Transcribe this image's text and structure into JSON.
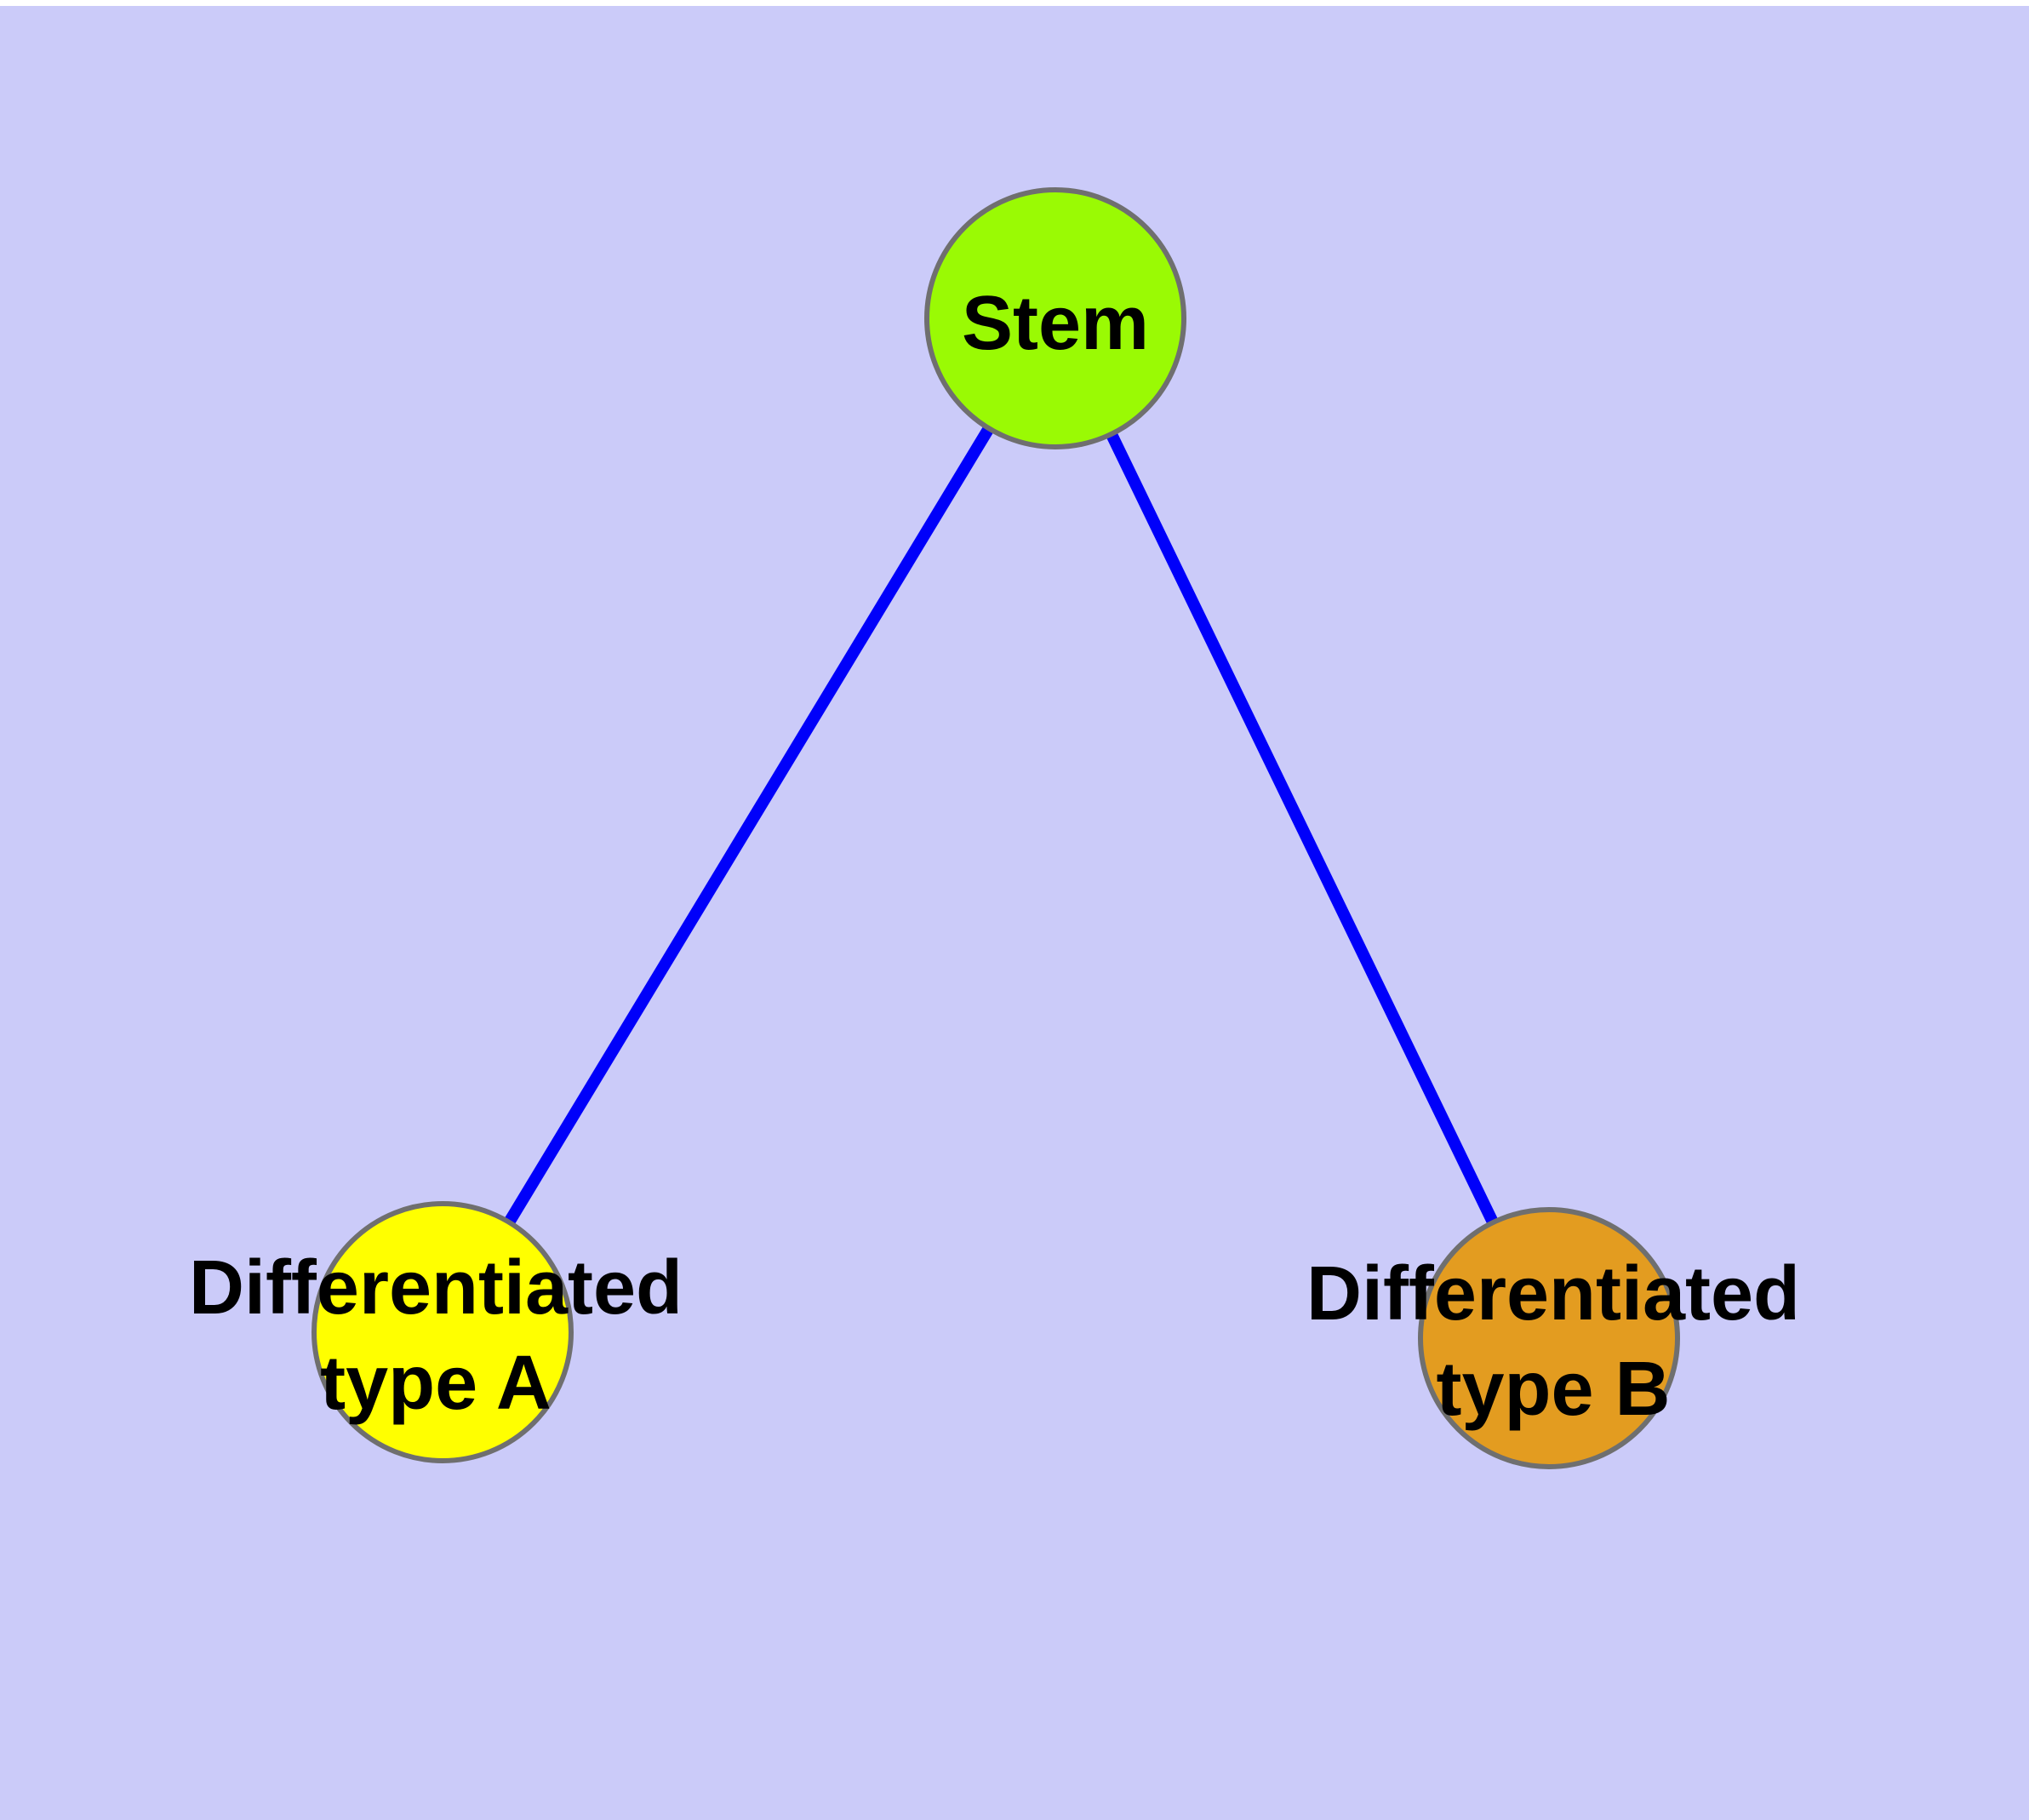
{
  "diagram": {
    "type": "graph",
    "description": "Cell differentiation tree: a Stem node connected to two differentiated cell type nodes",
    "colors": {
      "page_background": "#ffffff",
      "plot_background": "#cbcbf9",
      "edge": "#0000fa",
      "node_border": "#6f6f6f",
      "label": "#000000",
      "stem_fill": "#9afa04",
      "type_a_fill": "#ffff00",
      "type_b_fill": "#e39c20"
    },
    "nodes": [
      {
        "id": "stem",
        "label": "Stem",
        "line1": "Stem",
        "line2": "",
        "color": "#9afa04"
      },
      {
        "id": "type-a",
        "label": "Differentiated type A",
        "line1": "Differentiated",
        "line2": "type A",
        "color": "#ffff00"
      },
      {
        "id": "type-b",
        "label": "Differentiated type B",
        "line1": "Differentiated",
        "line2": "type B",
        "color": "#e39c20"
      }
    ],
    "edges": [
      {
        "from": "Stem",
        "to": "Differentiated type A"
      },
      {
        "from": "Stem",
        "to": "Differentiated type B"
      }
    ]
  }
}
